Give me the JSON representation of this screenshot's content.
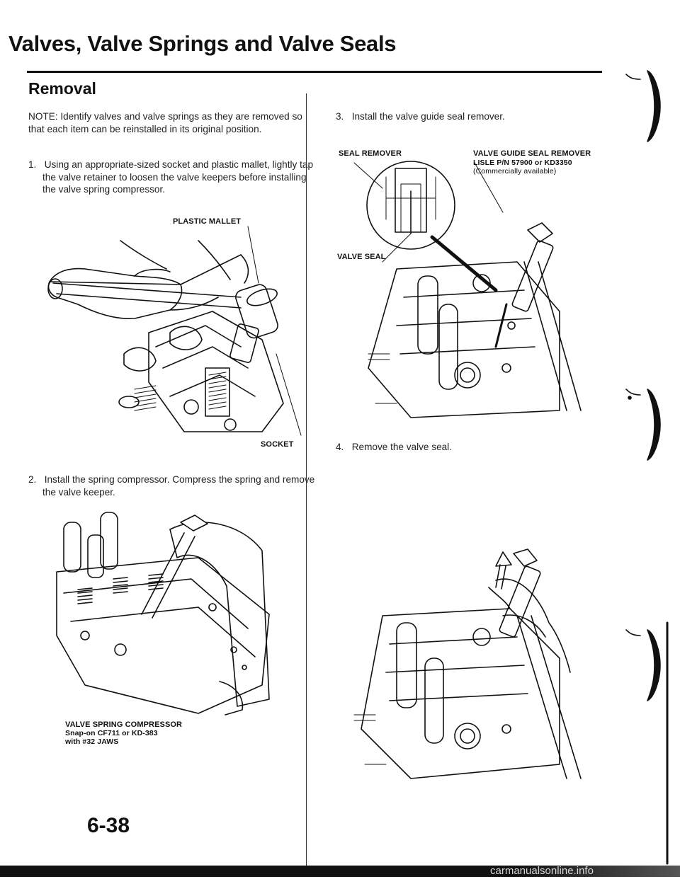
{
  "header": {
    "title": "Valves, Valve Springs and Valve Seals"
  },
  "section": {
    "heading": "Removal"
  },
  "note": "NOTE: Identify valves and valve springs as they are removed so that each item can be reinstalled in its original position.",
  "steps": [
    {
      "num": "1.",
      "text": "Using an appropriate-sized socket and plastic mallet, lightly tap the valve retainer to loosen the valve keepers before installing the valve spring compressor."
    },
    {
      "num": "2.",
      "text": "Install the spring compressor. Compress the spring and remove the valve keeper."
    },
    {
      "num": "3.",
      "text": "Install the valve guide seal remover."
    },
    {
      "num": "4.",
      "text": "Remove the valve seal."
    }
  ],
  "labels": {
    "plastic_mallet": "PLASTIC MALLET",
    "socket": "SOCKET",
    "compressor_line1": "VALVE SPRING COMPRESSOR",
    "compressor_line2": "Snap-on CF711 or KD-383",
    "compressor_line3": "with #32 JAWS",
    "seal_remover": "SEAL REMOVER",
    "guide_remover_line1": "VALVE GUIDE SEAL REMOVER",
    "guide_remover_line2": "LISLE P/N 57900 or KD3350",
    "guide_remover_line3": "(Commercially available)",
    "valve_seal": "VALVE SEAL"
  },
  "footer": {
    "page_number": "6-38",
    "watermark": "carmanualsonline.info"
  }
}
